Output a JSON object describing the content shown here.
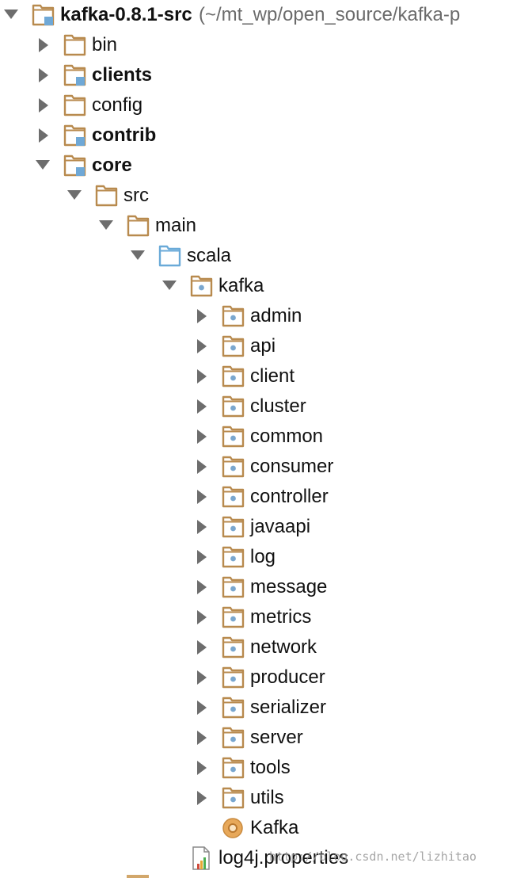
{
  "colors": {
    "folder_outline": "#b88a4e",
    "folder_fill": "#ffffff",
    "module_marker": "#6fa8d6",
    "package_dot": "#7aa7cf",
    "source_folder": "#6aaad8",
    "arrow": "#6d6d6d",
    "class_icon": "#e7a85a"
  },
  "tree": [
    {
      "id": "root",
      "label": "kafka-0.8.1-src",
      "suffix": "(~/mt_wp/open_source/kafka-p",
      "level": 0,
      "expanded": true,
      "has_arrow": true,
      "icon": "module-folder-icon",
      "bold": true
    },
    {
      "id": "bin",
      "label": "bin",
      "level": 1,
      "expanded": false,
      "has_arrow": true,
      "icon": "folder-icon",
      "bold": false
    },
    {
      "id": "clients",
      "label": "clients",
      "level": 1,
      "expanded": false,
      "has_arrow": true,
      "icon": "module-folder-icon",
      "bold": true
    },
    {
      "id": "config",
      "label": "config",
      "level": 1,
      "expanded": false,
      "has_arrow": true,
      "icon": "folder-icon",
      "bold": false
    },
    {
      "id": "contrib",
      "label": "contrib",
      "level": 1,
      "expanded": false,
      "has_arrow": true,
      "icon": "module-folder-icon",
      "bold": true
    },
    {
      "id": "core",
      "label": "core",
      "level": 1,
      "expanded": true,
      "has_arrow": true,
      "icon": "module-folder-icon",
      "bold": true
    },
    {
      "id": "src",
      "label": "src",
      "level": 2,
      "expanded": true,
      "has_arrow": true,
      "icon": "folder-icon",
      "bold": false
    },
    {
      "id": "main",
      "label": "main",
      "level": 3,
      "expanded": true,
      "has_arrow": true,
      "icon": "folder-icon",
      "bold": false
    },
    {
      "id": "scala",
      "label": "scala",
      "level": 4,
      "expanded": true,
      "has_arrow": true,
      "icon": "source-folder-icon",
      "bold": false
    },
    {
      "id": "kafka",
      "label": "kafka",
      "level": 5,
      "expanded": true,
      "has_arrow": true,
      "icon": "package-folder-icon",
      "bold": false
    },
    {
      "id": "admin",
      "label": "admin",
      "level": 6,
      "expanded": false,
      "has_arrow": true,
      "icon": "package-folder-icon",
      "bold": false
    },
    {
      "id": "api",
      "label": "api",
      "level": 6,
      "expanded": false,
      "has_arrow": true,
      "icon": "package-folder-icon",
      "bold": false
    },
    {
      "id": "client",
      "label": "client",
      "level": 6,
      "expanded": false,
      "has_arrow": true,
      "icon": "package-folder-icon",
      "bold": false
    },
    {
      "id": "cluster",
      "label": "cluster",
      "level": 6,
      "expanded": false,
      "has_arrow": true,
      "icon": "package-folder-icon",
      "bold": false
    },
    {
      "id": "common",
      "label": "common",
      "level": 6,
      "expanded": false,
      "has_arrow": true,
      "icon": "package-folder-icon",
      "bold": false
    },
    {
      "id": "consumer",
      "label": "consumer",
      "level": 6,
      "expanded": false,
      "has_arrow": true,
      "icon": "package-folder-icon",
      "bold": false
    },
    {
      "id": "controller",
      "label": "controller",
      "level": 6,
      "expanded": false,
      "has_arrow": true,
      "icon": "package-folder-icon",
      "bold": false
    },
    {
      "id": "javaapi",
      "label": "javaapi",
      "level": 6,
      "expanded": false,
      "has_arrow": true,
      "icon": "package-folder-icon",
      "bold": false
    },
    {
      "id": "log",
      "label": "log",
      "level": 6,
      "expanded": false,
      "has_arrow": true,
      "icon": "package-folder-icon",
      "bold": false
    },
    {
      "id": "message",
      "label": "message",
      "level": 6,
      "expanded": false,
      "has_arrow": true,
      "icon": "package-folder-icon",
      "bold": false
    },
    {
      "id": "metrics",
      "label": "metrics",
      "level": 6,
      "expanded": false,
      "has_arrow": true,
      "icon": "package-folder-icon",
      "bold": false
    },
    {
      "id": "network",
      "label": "network",
      "level": 6,
      "expanded": false,
      "has_arrow": true,
      "icon": "package-folder-icon",
      "bold": false
    },
    {
      "id": "producer",
      "label": "producer",
      "level": 6,
      "expanded": false,
      "has_arrow": true,
      "icon": "package-folder-icon",
      "bold": false
    },
    {
      "id": "serializer",
      "label": "serializer",
      "level": 6,
      "expanded": false,
      "has_arrow": true,
      "icon": "package-folder-icon",
      "bold": false
    },
    {
      "id": "server",
      "label": "server",
      "level": 6,
      "expanded": false,
      "has_arrow": true,
      "icon": "package-folder-icon",
      "bold": false
    },
    {
      "id": "tools",
      "label": "tools",
      "level": 6,
      "expanded": false,
      "has_arrow": true,
      "icon": "package-folder-icon",
      "bold": false
    },
    {
      "id": "utils",
      "label": "utils",
      "level": 6,
      "expanded": false,
      "has_arrow": true,
      "icon": "package-folder-icon",
      "bold": false
    },
    {
      "id": "kafka-object",
      "label": "Kafka",
      "level": 6,
      "expanded": false,
      "has_arrow": false,
      "icon": "scala-object-icon",
      "bold": false
    },
    {
      "id": "log4j",
      "label": "log4j.properties",
      "level": 5,
      "expanded": false,
      "has_arrow": false,
      "icon": "properties-file-icon",
      "bold": false
    }
  ],
  "watermark": "http://blog.csdn.net/lizhitao"
}
